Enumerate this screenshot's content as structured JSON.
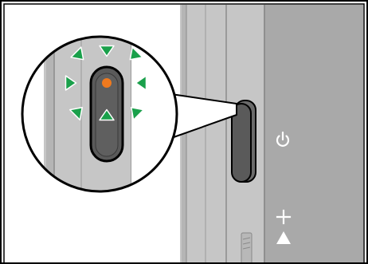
{
  "illustration": {
    "colors": {
      "frame": "#000000",
      "device_light": "#c6c6c6",
      "device_mid": "#b3b3b3",
      "device_dark": "#999999",
      "panel": "#a9a9a9",
      "button_fill": "#5a5a5a",
      "led": "#f07a1e",
      "arrow_fill": "#1aa04b",
      "arrow_stroke": "#ffffff",
      "icon": "#ffffff"
    },
    "icons": [
      "power-icon",
      "plus-icon",
      "up-triangle-icon"
    ],
    "led_indicator": {
      "state": "blinking",
      "color_name": "orange"
    },
    "blink_arrows": {
      "count": 8
    }
  }
}
